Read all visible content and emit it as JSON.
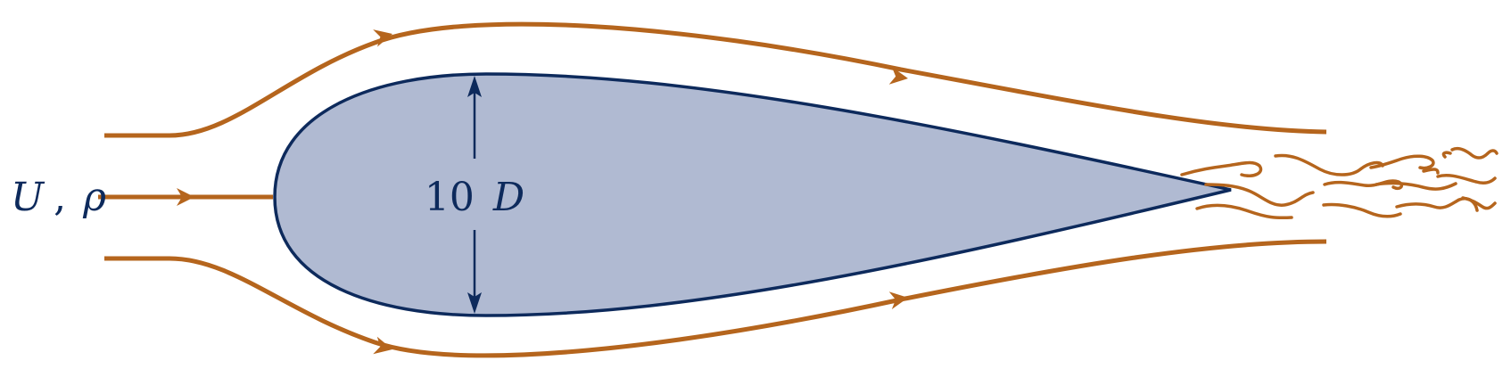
{
  "labels": {
    "freestream_U": "U",
    "freestream_sep": ",",
    "freestream_rho": "ρ",
    "dimension_value": "10",
    "dimension_symbol": "D"
  },
  "colors": {
    "streamline": "#b5651d",
    "body_fill": "#b0bad2",
    "body_stroke": "#0d2a5c",
    "text": "#0d2a5c"
  },
  "icons": {
    "flow_arrow": "arrowhead-icon",
    "dimension_arrow": "double-arrow-icon"
  }
}
